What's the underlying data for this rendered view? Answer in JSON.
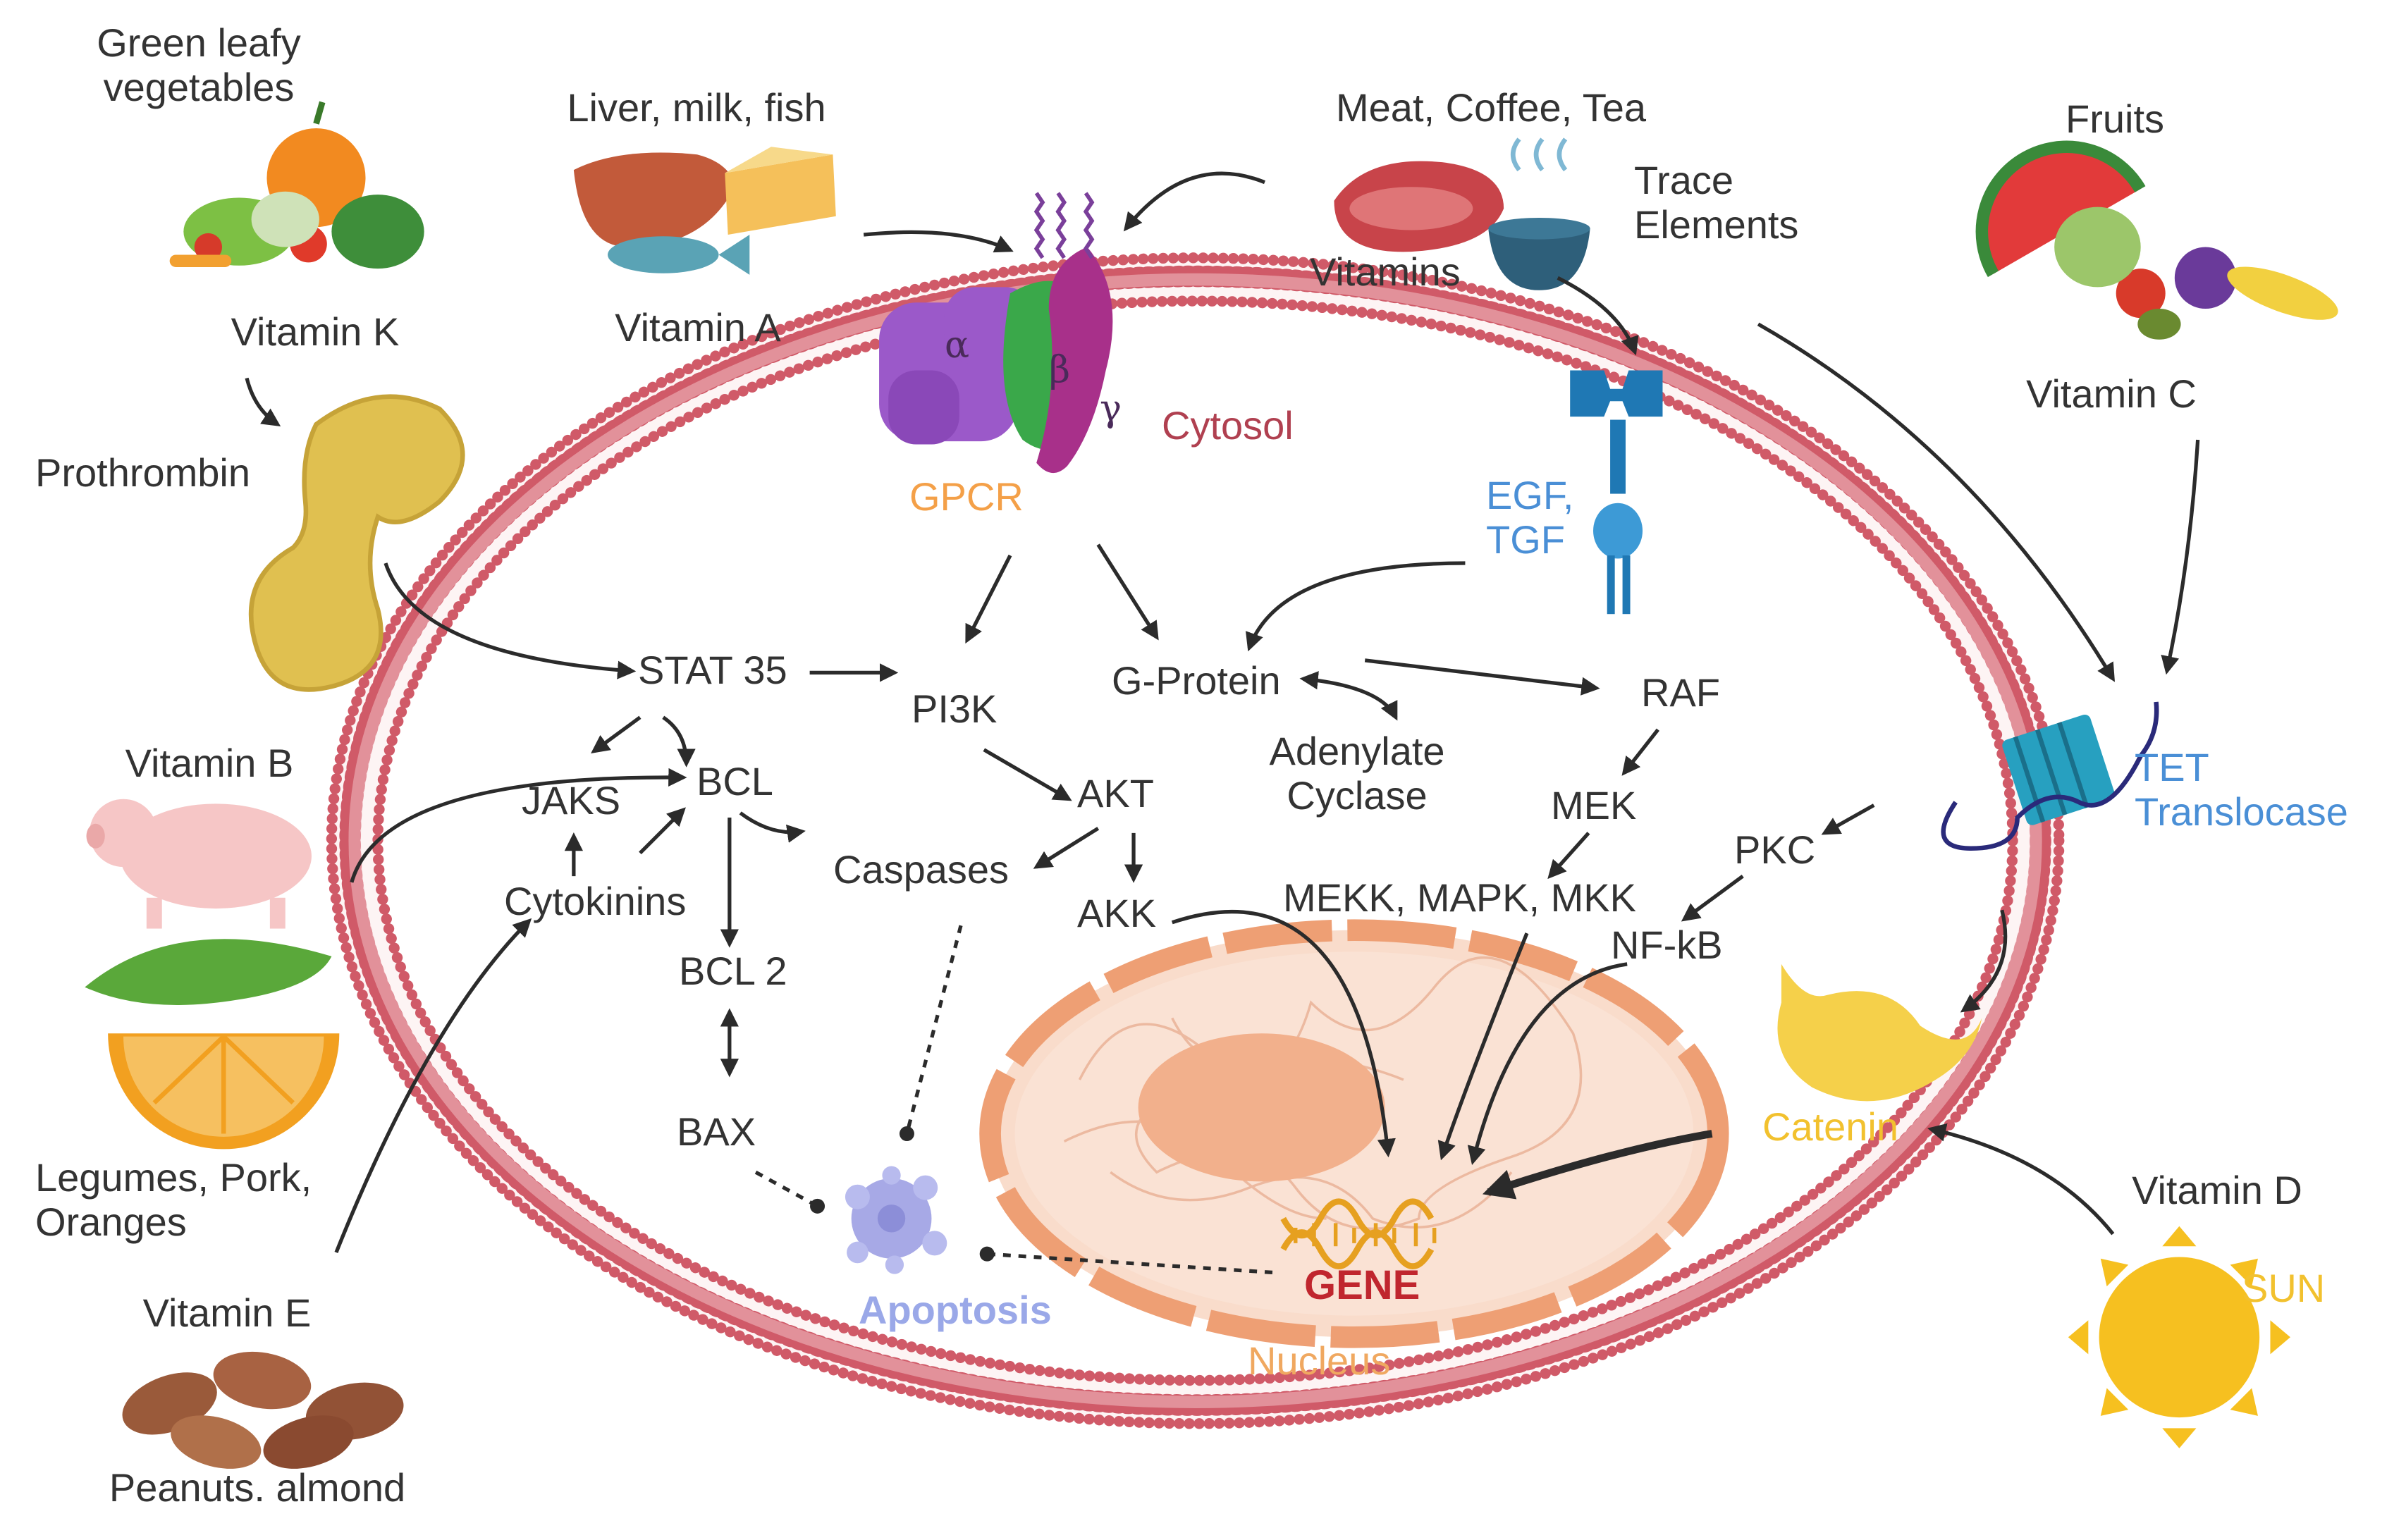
{
  "sources": {
    "green_leafy": "Green leafy\nvegetables",
    "vitamin_k": "Vitamin K",
    "prothrombin": "Prothrombin",
    "liver_milk_fish": "Liver, milk, fish",
    "vitamin_a": "Vitamin A",
    "meat_coffee_tea": "Meat, Coffee, Tea",
    "trace_elements": "Trace\nElements",
    "vitamins": "Vitamins",
    "fruits": "Fruits",
    "vitamin_c": "Vitamin C",
    "vitamin_b": "Vitamin B",
    "legumes": "Legumes, Pork,\nOranges",
    "vitamin_e": "Vitamin E",
    "peanuts": "Peanuts. almond",
    "vitamin_d": "Vitamin D",
    "sun": "SUN"
  },
  "receptors": {
    "alpha": "α",
    "beta": "β",
    "gamma": "γ",
    "cytosol": "Cytosol",
    "gpcr": "GPCR",
    "egf_tgf": "EGF,\nTGF",
    "tet": "TET\nTranslocase"
  },
  "pathway": {
    "stat35": "STAT 35",
    "pi3k": "PI3K",
    "g_protein": "G-Protein",
    "raf": "RAF",
    "adenylate": "Adenylate\nCyclase",
    "jaks": "JAKS",
    "bcl": "BCL",
    "akt": "AKT",
    "mek": "MEK",
    "pkc": "PKC",
    "caspases": "Caspases",
    "cytokinins": "Cytokinins",
    "akk": "AKK",
    "mekk": "MEKK, MAPK, MKK",
    "nfkb": "NF-kB",
    "bcl2": "BCL 2",
    "bax": "BAX",
    "catenin": "Catenin",
    "apoptosis": "Apoptosis",
    "gene": "GENE",
    "nucleus": "Nucleus"
  },
  "colors": {
    "membrane": "#d05a68",
    "membrane_fill": "#fbe6e6",
    "nucleus_fill": "#f9d8c2",
    "nucleus_edge": "#ee9f74",
    "arrow": "#2b2b2b"
  }
}
